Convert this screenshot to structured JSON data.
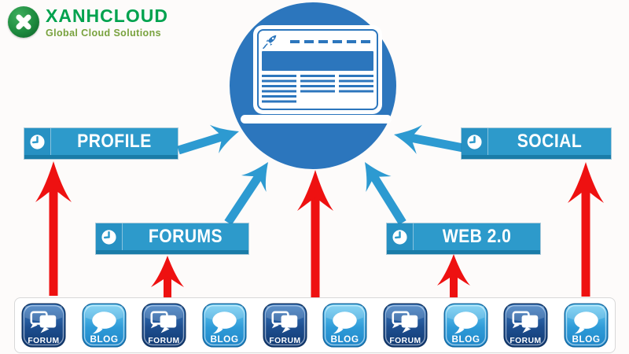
{
  "logo": {
    "brand": "XANHCLOUD",
    "tagline": "Global Cloud Solutions"
  },
  "banners": [
    {
      "label": "PROFILE"
    },
    {
      "label": "FORUMS"
    },
    {
      "label": "SOCIAL"
    },
    {
      "label": "WEB 2.0"
    }
  ],
  "bottom_row": {
    "items": [
      {
        "type": "forum",
        "label": "FORUM"
      },
      {
        "type": "blog",
        "label": "BLOG"
      },
      {
        "type": "forum",
        "label": "FORUM"
      },
      {
        "type": "blog",
        "label": "BLOG"
      },
      {
        "type": "forum",
        "label": "FORUM"
      },
      {
        "type": "blog",
        "label": "BLOG"
      },
      {
        "type": "forum",
        "label": "FORUM"
      },
      {
        "type": "blog",
        "label": "BLOG"
      },
      {
        "type": "forum",
        "label": "FORUM"
      },
      {
        "type": "blog",
        "label": "BLOG"
      }
    ]
  },
  "colors": {
    "banner_blue": "#2d9acb",
    "banner_edge": "#1a7ca8",
    "circle_blue": "#2c76bd",
    "arrow_red": "#ee1111",
    "arrow_blue": "#2d9ad1",
    "logo_green": "#00a24e",
    "tagline_green": "#79a23e"
  }
}
